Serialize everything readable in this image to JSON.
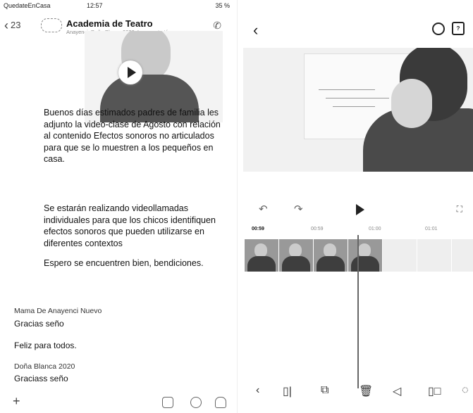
{
  "left": {
    "status": {
      "carrier": "QuedateEnCasa",
      "time": "12:57",
      "battery": "35 %"
    },
    "header": {
      "back_label": "23",
      "title": "Academia de Teatro",
      "subtitle": "Anayenci, Doña Blanca 2020, Imponente tú..."
    },
    "messages": [
      "Buenos días estimados padres de familia les adjunto la video-clase de Agosto con relación al contenido Efectos sonoros no articulados para que se lo muestren a los pequeños en casa.",
      "Se estarán realizando videollamadas individuales para que los chicos identifiquen efectos sonoros que pueden utilizarse en diferentes contextos",
      "Espero se encuentren bien, bendiciones."
    ],
    "replies": [
      {
        "sender": "Mama De Anayenci Nuevo",
        "text": "Gracias seño"
      },
      {
        "sender": "",
        "text": "Feliz para todos."
      },
      {
        "sender": "Doña Blanca 2020",
        "text": "Graciass seño"
      }
    ]
  },
  "right": {
    "timecodes": [
      "00:59",
      "00:59",
      "01:00",
      "01:01"
    ]
  },
  "icons": {
    "back": "chevron-left-icon",
    "play": "play-icon",
    "call": "call-icon",
    "expand": "expand-icon",
    "undo": "undo-icon",
    "redo": "redo-icon",
    "split": "split-icon",
    "copy": "copy-icon",
    "delete": "trash-icon",
    "volume": "volume-icon",
    "crop": "crop-icon"
  }
}
